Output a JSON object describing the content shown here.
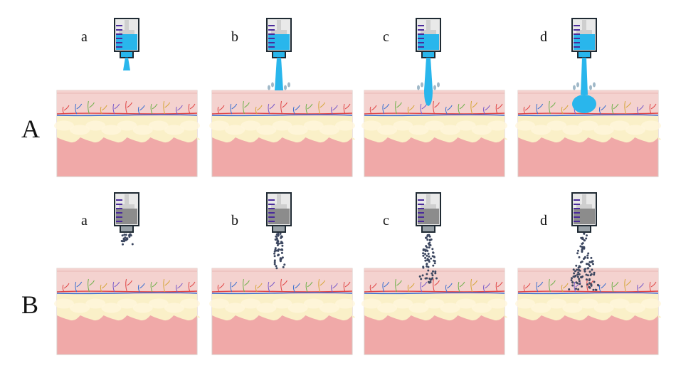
{
  "rows": [
    {
      "label": "A",
      "kind": "liquid",
      "panels": [
        {
          "label": "a",
          "stage": "jet-emerging"
        },
        {
          "label": "b",
          "stage": "jet-contact-surface"
        },
        {
          "label": "c",
          "stage": "jet-penetrating-skin"
        },
        {
          "label": "d",
          "stage": "liquid-dispersed-in-tissue"
        }
      ]
    },
    {
      "label": "B",
      "kind": "powder",
      "panels": [
        {
          "label": "a",
          "stage": "particles-emerging"
        },
        {
          "label": "b",
          "stage": "particles-contact-surface"
        },
        {
          "label": "c",
          "stage": "particles-penetrating-skin"
        },
        {
          "label": "d",
          "stage": "particles-dispersed-in-tissue"
        }
      ]
    }
  ],
  "colors": {
    "epidermis": "#f4d2cf",
    "fat": "#faf0c8",
    "muscle": "#f0a9a8",
    "liquid": "#29b6ec",
    "splash": "#9fb8c8",
    "particles": "#3c4760",
    "injector_body": "#e9e9e9",
    "injector_outline": "#1f2a33",
    "graduation": "#4a2a9b",
    "powder_fill": "#8c8c8c",
    "nozzle": "#33485a"
  }
}
